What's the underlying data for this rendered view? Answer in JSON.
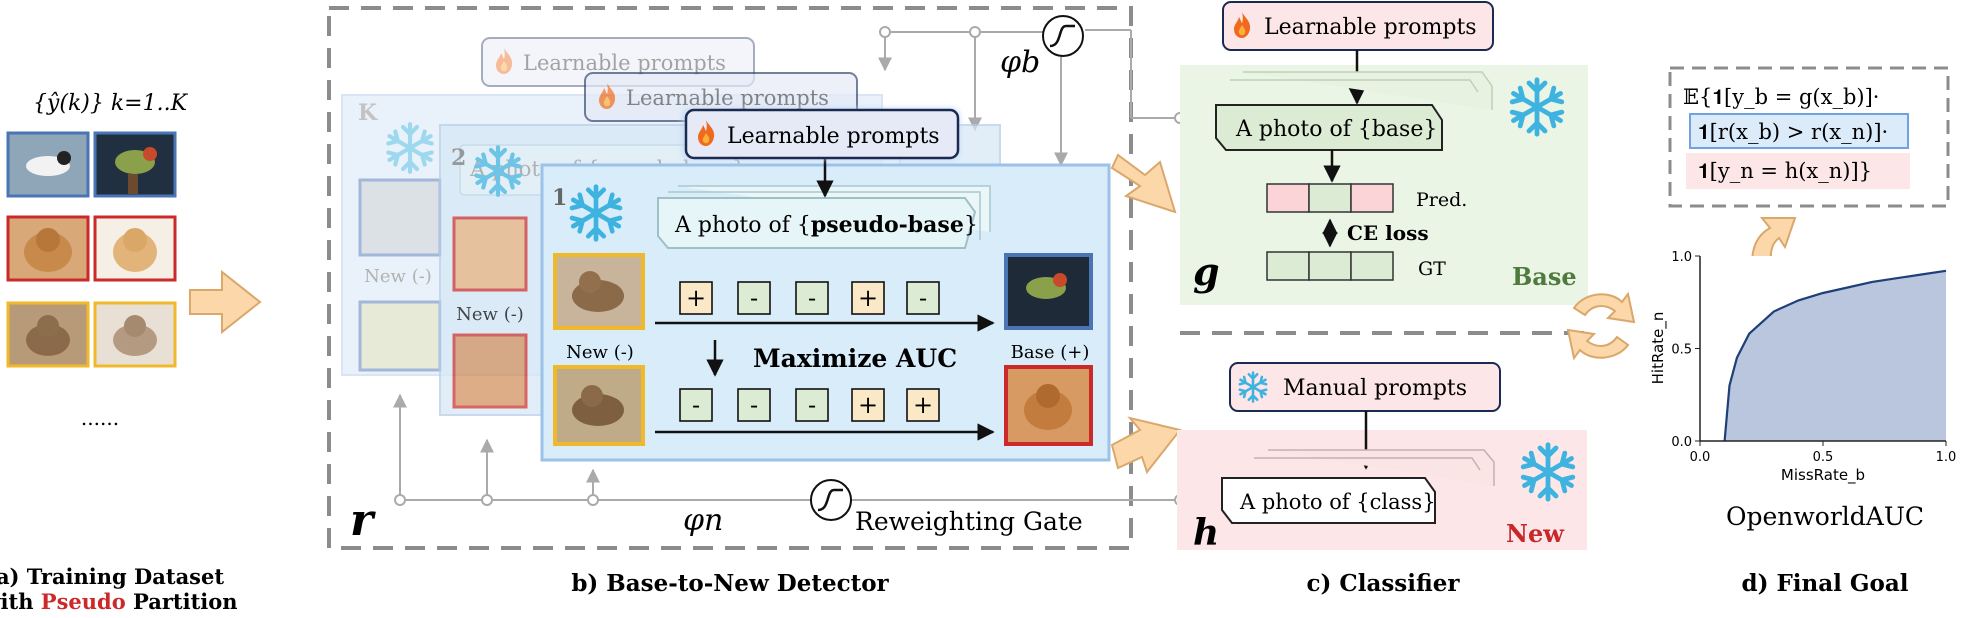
{
  "dataset": {
    "set_label": "{ŷ(k)} k=1..K",
    "ellipsis": "......",
    "caption_line1": "a) Training Dataset",
    "caption_line2_prefix": "with ",
    "caption_line2_highlight": "Pseudo",
    "caption_line2_suffix": " Partition"
  },
  "detector": {
    "layer_k": "K",
    "layer_2": "2",
    "layer_1": "1",
    "learnable_prompts": "Learnable prompts",
    "pseudo_prompt_prefix": "A photo of {",
    "pseudo_prompt_bold": "pseudo-base",
    "pseudo_prompt_suffix": "}",
    "ghost_prompt": "A photo of {pseudo-base}",
    "new_label": "New (-)",
    "base_label": "Base (+)",
    "maximize_auc": "Maximize AUC",
    "signs_row1": [
      "+",
      "-",
      "-",
      "+",
      "-"
    ],
    "signs_row2": [
      "-",
      "-",
      "-",
      "+",
      "+"
    ],
    "phi_b": "φb",
    "phi_n": "φn",
    "reweighting_gate": "Reweighting Gate",
    "r_symbol": "r",
    "caption": "b) Base-to-New Detector"
  },
  "classifier": {
    "learnable_prompts": "Learnable prompts",
    "base_prompt": "A photo of {base}",
    "pred": "Pred.",
    "ce_loss": "CE loss",
    "gt": "GT",
    "g_symbol": "g",
    "base_label": "Base",
    "manual_prompts": "Manual prompts",
    "class_prompt": "A photo of {class}",
    "h_symbol": "h",
    "new_label": "New",
    "caption": "c) Classifier"
  },
  "final_goal": {
    "formula_line1": "𝔼{𝟏[y_b = g(x_b)]·",
    "formula_line2": "𝟏[r(x_b) > r(x_n)]·",
    "formula_line3": "𝟏[y_n = h(x_n)]}",
    "ylabel": "HitRate_n",
    "xlabel": "MissRate_b",
    "title": "OpenworldAUC",
    "caption": "d) Final Goal"
  },
  "colors": {
    "blue_frame": "#4a74b4",
    "red_frame": "#cc2a2a",
    "yellow_frame": "#f0b92c",
    "green_bg": "#eaf5e6",
    "pink_bg": "#fce6e8",
    "new_red": "#c8282a",
    "base_green": "#4e7a3c",
    "arrow_orange": "#fbd7aa",
    "snow_blue": "#3fb3e0",
    "auc_fill": "#b9c6dd"
  },
  "chart_data": {
    "type": "area",
    "title": "OpenworldAUC",
    "xlabel": "MissRate_b",
    "ylabel": "HitRate_n",
    "xlim": [
      0.0,
      1.0
    ],
    "ylim": [
      0.0,
      1.0
    ],
    "x_ticks": [
      "0.0",
      "0.5",
      "1.0"
    ],
    "y_ticks": [
      "0.0",
      "0.5",
      "1.0"
    ],
    "x": [
      0.1,
      0.12,
      0.15,
      0.2,
      0.3,
      0.4,
      0.5,
      0.6,
      0.7,
      0.8,
      0.9,
      1.0
    ],
    "y": [
      0.0,
      0.3,
      0.45,
      0.58,
      0.7,
      0.76,
      0.8,
      0.83,
      0.86,
      0.88,
      0.9,
      0.92
    ]
  }
}
